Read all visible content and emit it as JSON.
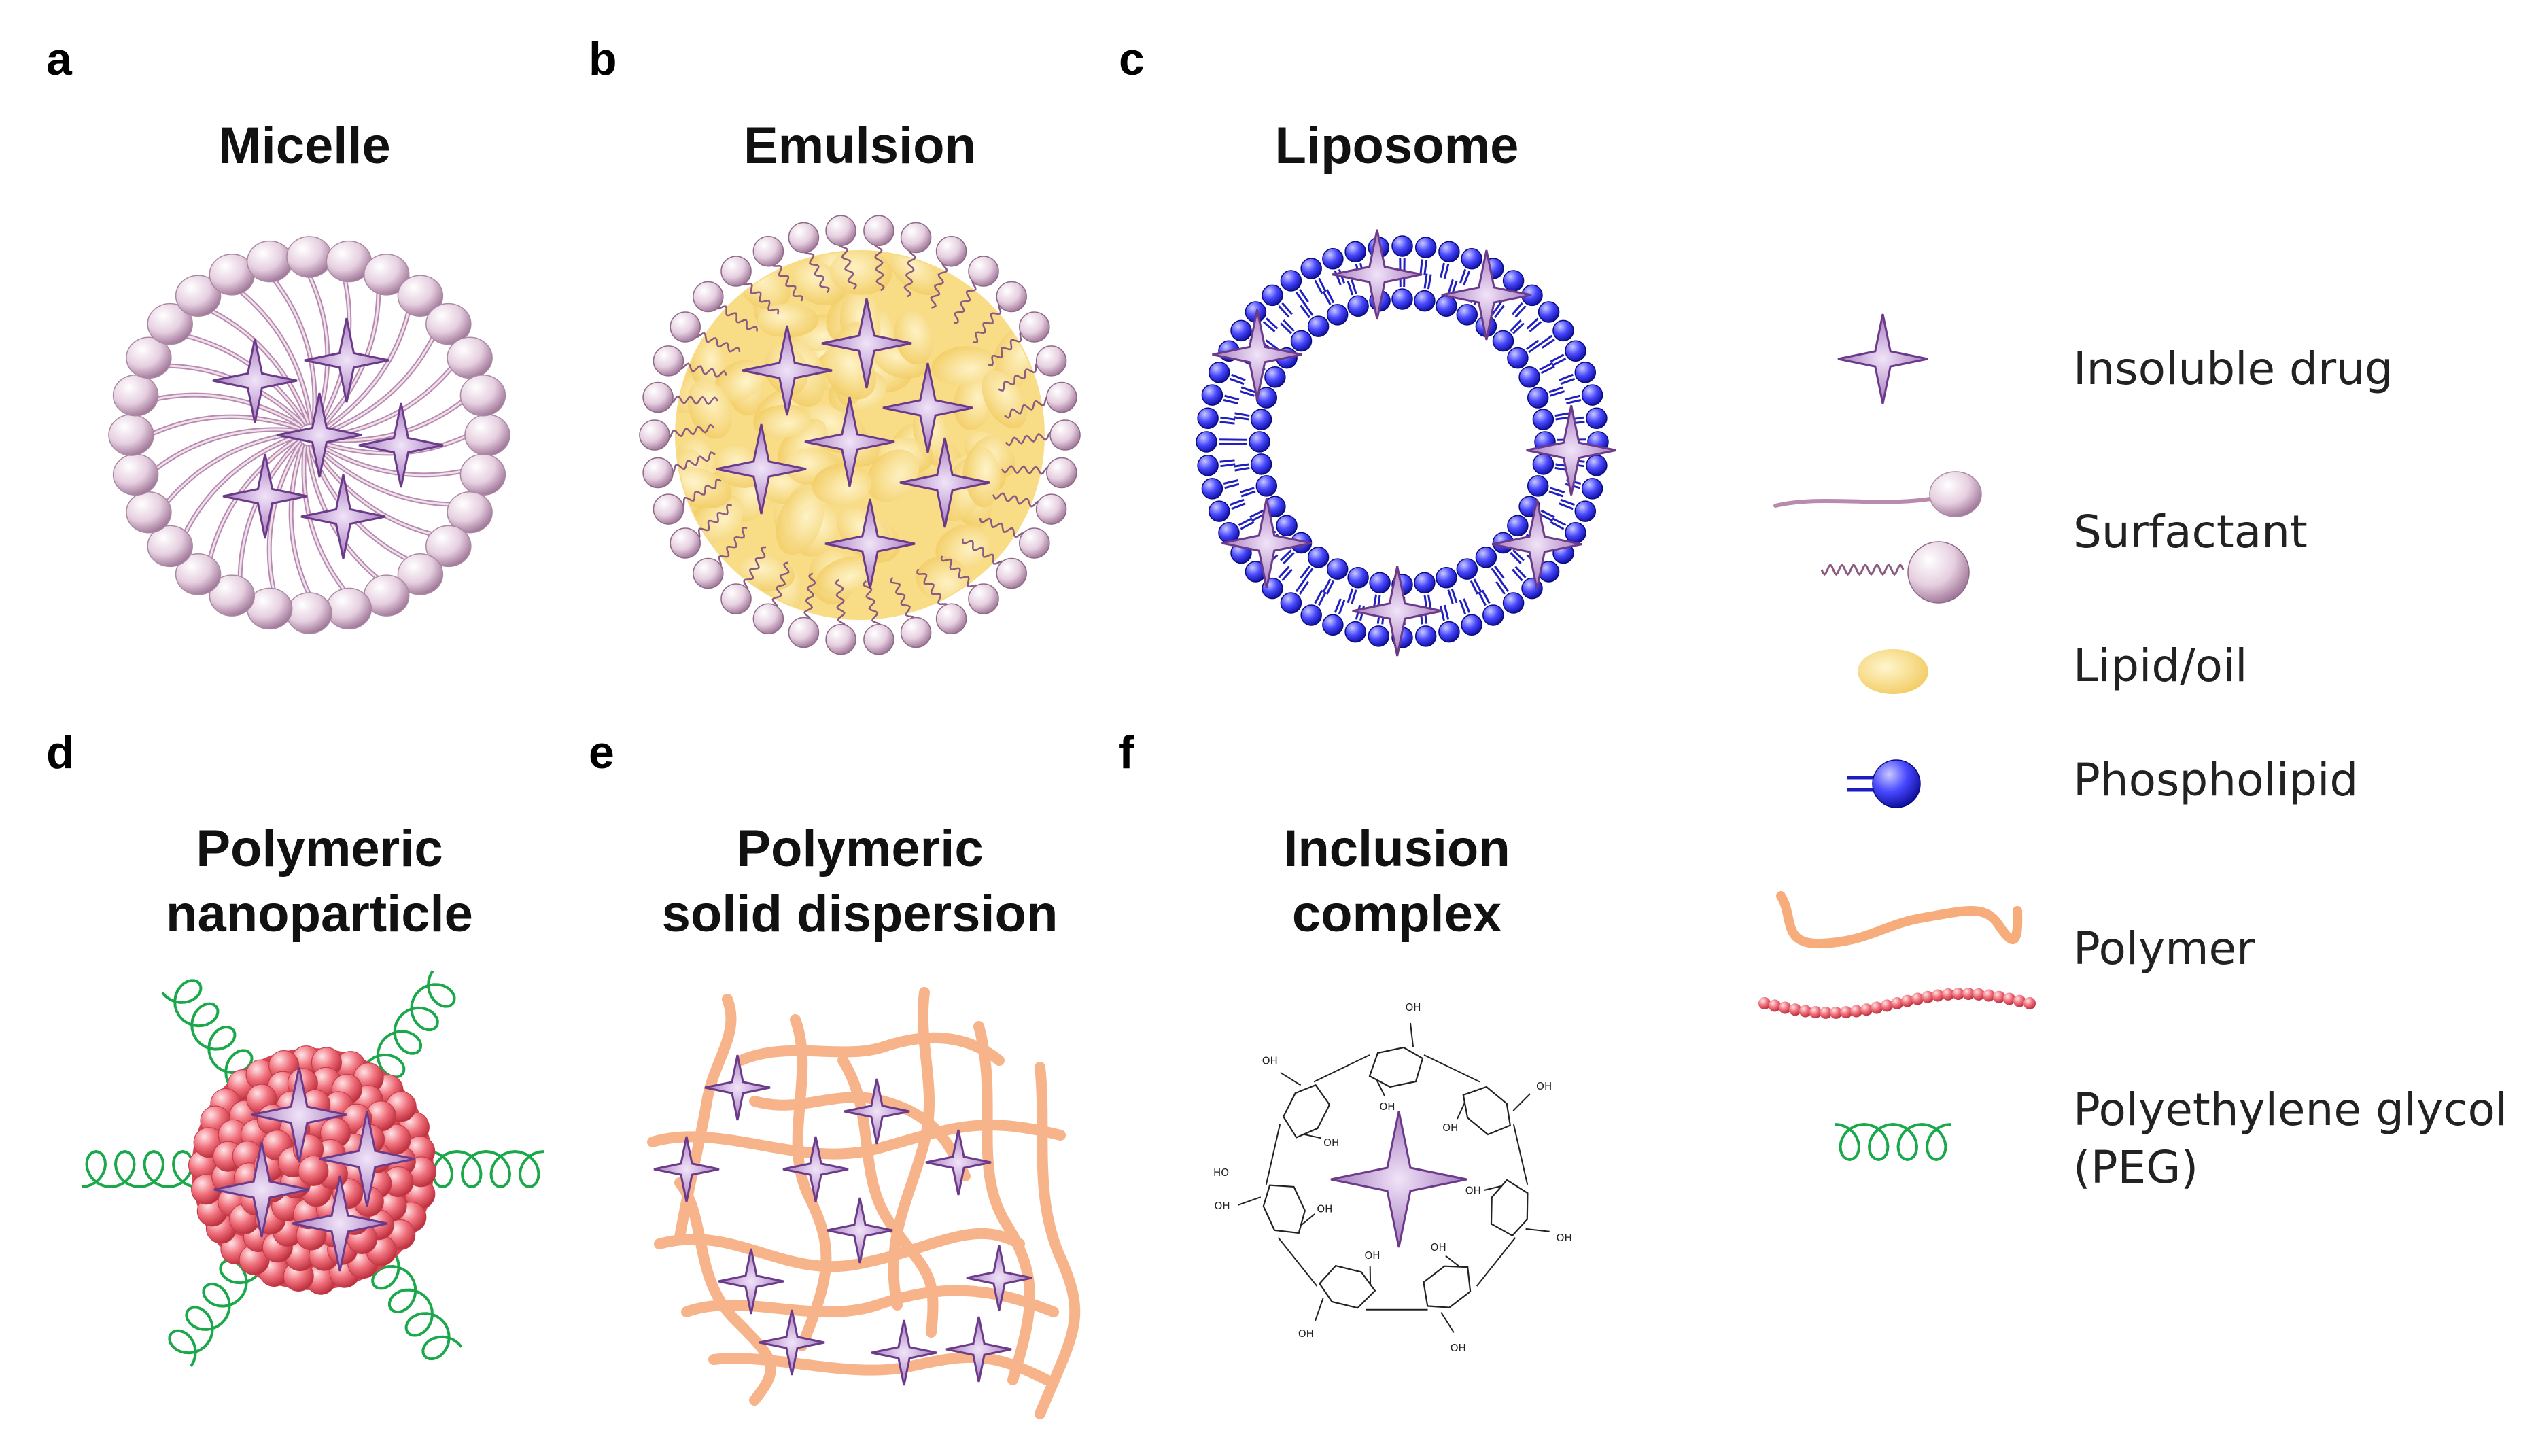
{
  "panels": [
    {
      "letter": "a",
      "title_lines": [
        "Micelle"
      ]
    },
    {
      "letter": "b",
      "title_lines": [
        "Emulsion"
      ]
    },
    {
      "letter": "c",
      "title_lines": [
        "Liposome"
      ]
    },
    {
      "letter": "d",
      "title_lines": [
        "Polymeric",
        "nanoparticle"
      ]
    },
    {
      "letter": "e",
      "title_lines": [
        "Polymeric",
        "solid dispersion"
      ]
    },
    {
      "letter": "f",
      "title_lines": [
        "Inclusion",
        "complex"
      ]
    }
  ],
  "legend": [
    {
      "icon": "star-icon",
      "lines": [
        "Insoluble drug"
      ]
    },
    {
      "icon": "surfactant-icon",
      "lines": [
        "Surfactant"
      ]
    },
    {
      "icon": "lipid-oil-icon",
      "lines": [
        "Lipid/oil"
      ]
    },
    {
      "icon": "phospholipid-icon",
      "lines": [
        "Phospholipid"
      ]
    },
    {
      "icon": "polymer-icon",
      "lines": [
        "Polymer"
      ]
    },
    {
      "icon": "peg-icon",
      "lines": [
        "Polyethylene glycol",
        "(PEG)"
      ]
    }
  ],
  "structure_labels": {
    "hydroxyl": "OH",
    "hydroxyl_left": "HO"
  },
  "colors": {
    "drug": "#9b6bb5",
    "surfactant": "#d9b8cf",
    "lipid_oil": "#f5d270",
    "phospholipid": "#2b2bff",
    "polymer": "#f6ad7b",
    "polymer_bead": "#ee6b78",
    "peg": "#1aa84a",
    "nanoparticle": "#e8505a"
  }
}
